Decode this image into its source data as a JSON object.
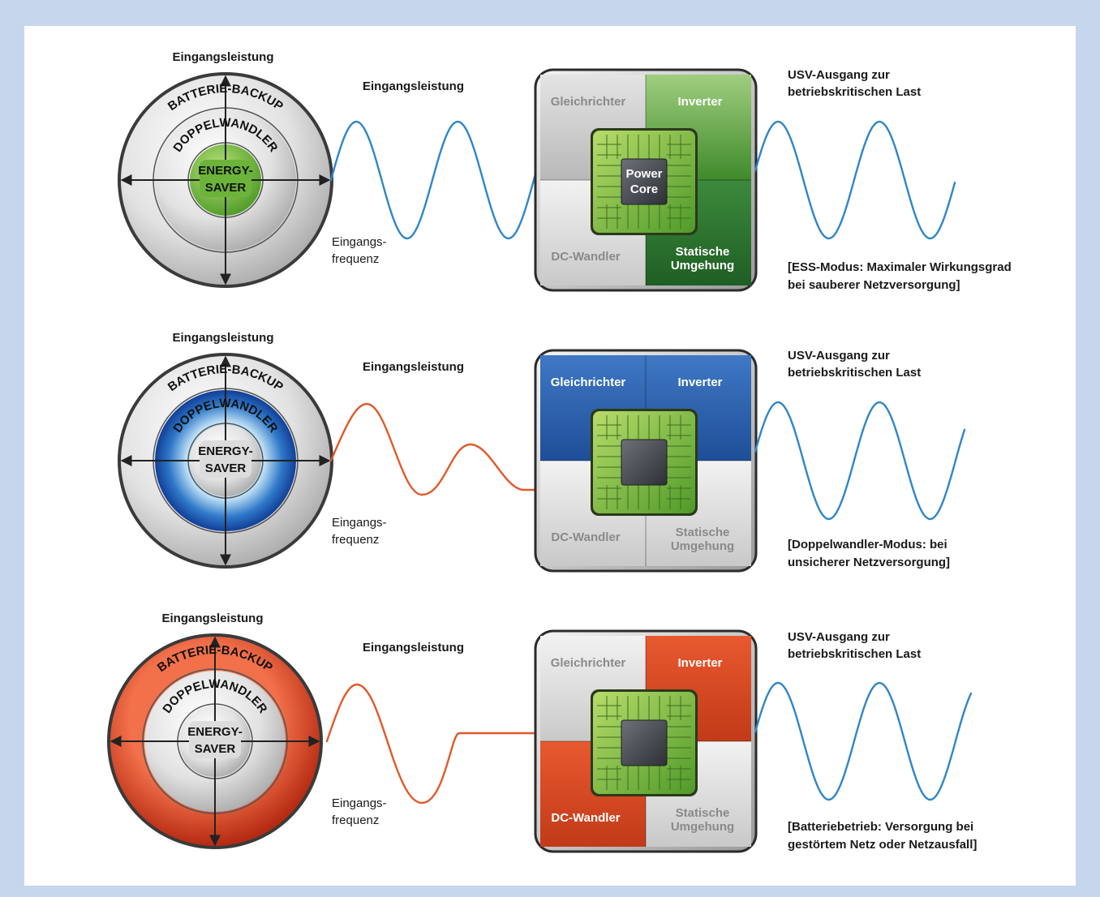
{
  "modes": [
    {
      "id": "ess",
      "input_power_top": "Eingangsleistung",
      "input_power_wave": "Eingangsleistung",
      "ring_outer": "BATTERIE-BACKUP",
      "ring_middle": "DOPPELWANDLER",
      "center_line1": "ENERGY-",
      "center_line2": "SAVER",
      "input_freq_line1": "Eingangs-",
      "input_freq_line2": "frequenz",
      "q_rectifier": "Gleichrichter",
      "q_inverter": "Inverter",
      "q_dc": "DC-Wandler",
      "q_bypass_line1": "Statische",
      "q_bypass_line2": "Umgehung",
      "chip_line1": "Power",
      "chip_line2": "Core",
      "output_line1": "USV-Ausgang zur",
      "output_line2": "betriebskritischen Last",
      "note_line1": "[ESS-Modus: Maximaler Wirkungsgrad",
      "note_line2": "bei sauberer Netzversorgung]",
      "active_ring": "center",
      "active_color": "#6cb33a",
      "input_wave_color": "#2f86c8",
      "output_wave_color": "#2f86c8"
    },
    {
      "id": "double",
      "input_power_top": "Eingangsleistung",
      "input_power_wave": "Eingangsleistung",
      "ring_outer": "BATTERIE-BACKUP",
      "ring_middle": "DOPPELWANDLER",
      "center_line1": "ENERGY-",
      "center_line2": "SAVER",
      "input_freq_line1": "Eingangs-",
      "input_freq_line2": "frequenz",
      "q_rectifier": "Gleichrichter",
      "q_inverter": "Inverter",
      "q_dc": "DC-Wandler",
      "q_bypass_line1": "Statische",
      "q_bypass_line2": "Umgehung",
      "chip_line1": "",
      "chip_line2": "",
      "output_line1": "USV-Ausgang zur",
      "output_line2": "betriebskritischen Last",
      "note_line1": "[Doppelwandler-Modus: bei",
      "note_line2": "unsicherer Netzversorgung]",
      "active_ring": "middle",
      "active_color": "#2e6fc0",
      "input_wave_color": "#e0592b",
      "output_wave_color": "#2f86c8"
    },
    {
      "id": "battery",
      "input_power_top": "Eingangsleistung",
      "input_power_wave": "Eingangsleistung",
      "ring_outer": "BATTERIE-BACKUP",
      "ring_middle": "DOPPELWANDLER",
      "center_line1": "ENERGY-",
      "center_line2": "SAVER",
      "input_freq_line1": "Eingangs-",
      "input_freq_line2": "frequenz",
      "q_rectifier": "Gleichrichter",
      "q_inverter": "Inverter",
      "q_dc": "DC-Wandler",
      "q_bypass_line1": "Statische",
      "q_bypass_line2": "Umgehung",
      "chip_line1": "",
      "chip_line2": "",
      "output_line1": "USV-Ausgang zur",
      "output_line2": "betriebskritischen Last",
      "note_line1": "[Batteriebetrieb: Versorgung bei",
      "note_line2": "gestörtem Netz oder Netzausfall]",
      "active_ring": "outer",
      "active_color": "#d8431f",
      "input_wave_color": "#e0592b",
      "output_wave_color": "#2f86c8"
    }
  ]
}
